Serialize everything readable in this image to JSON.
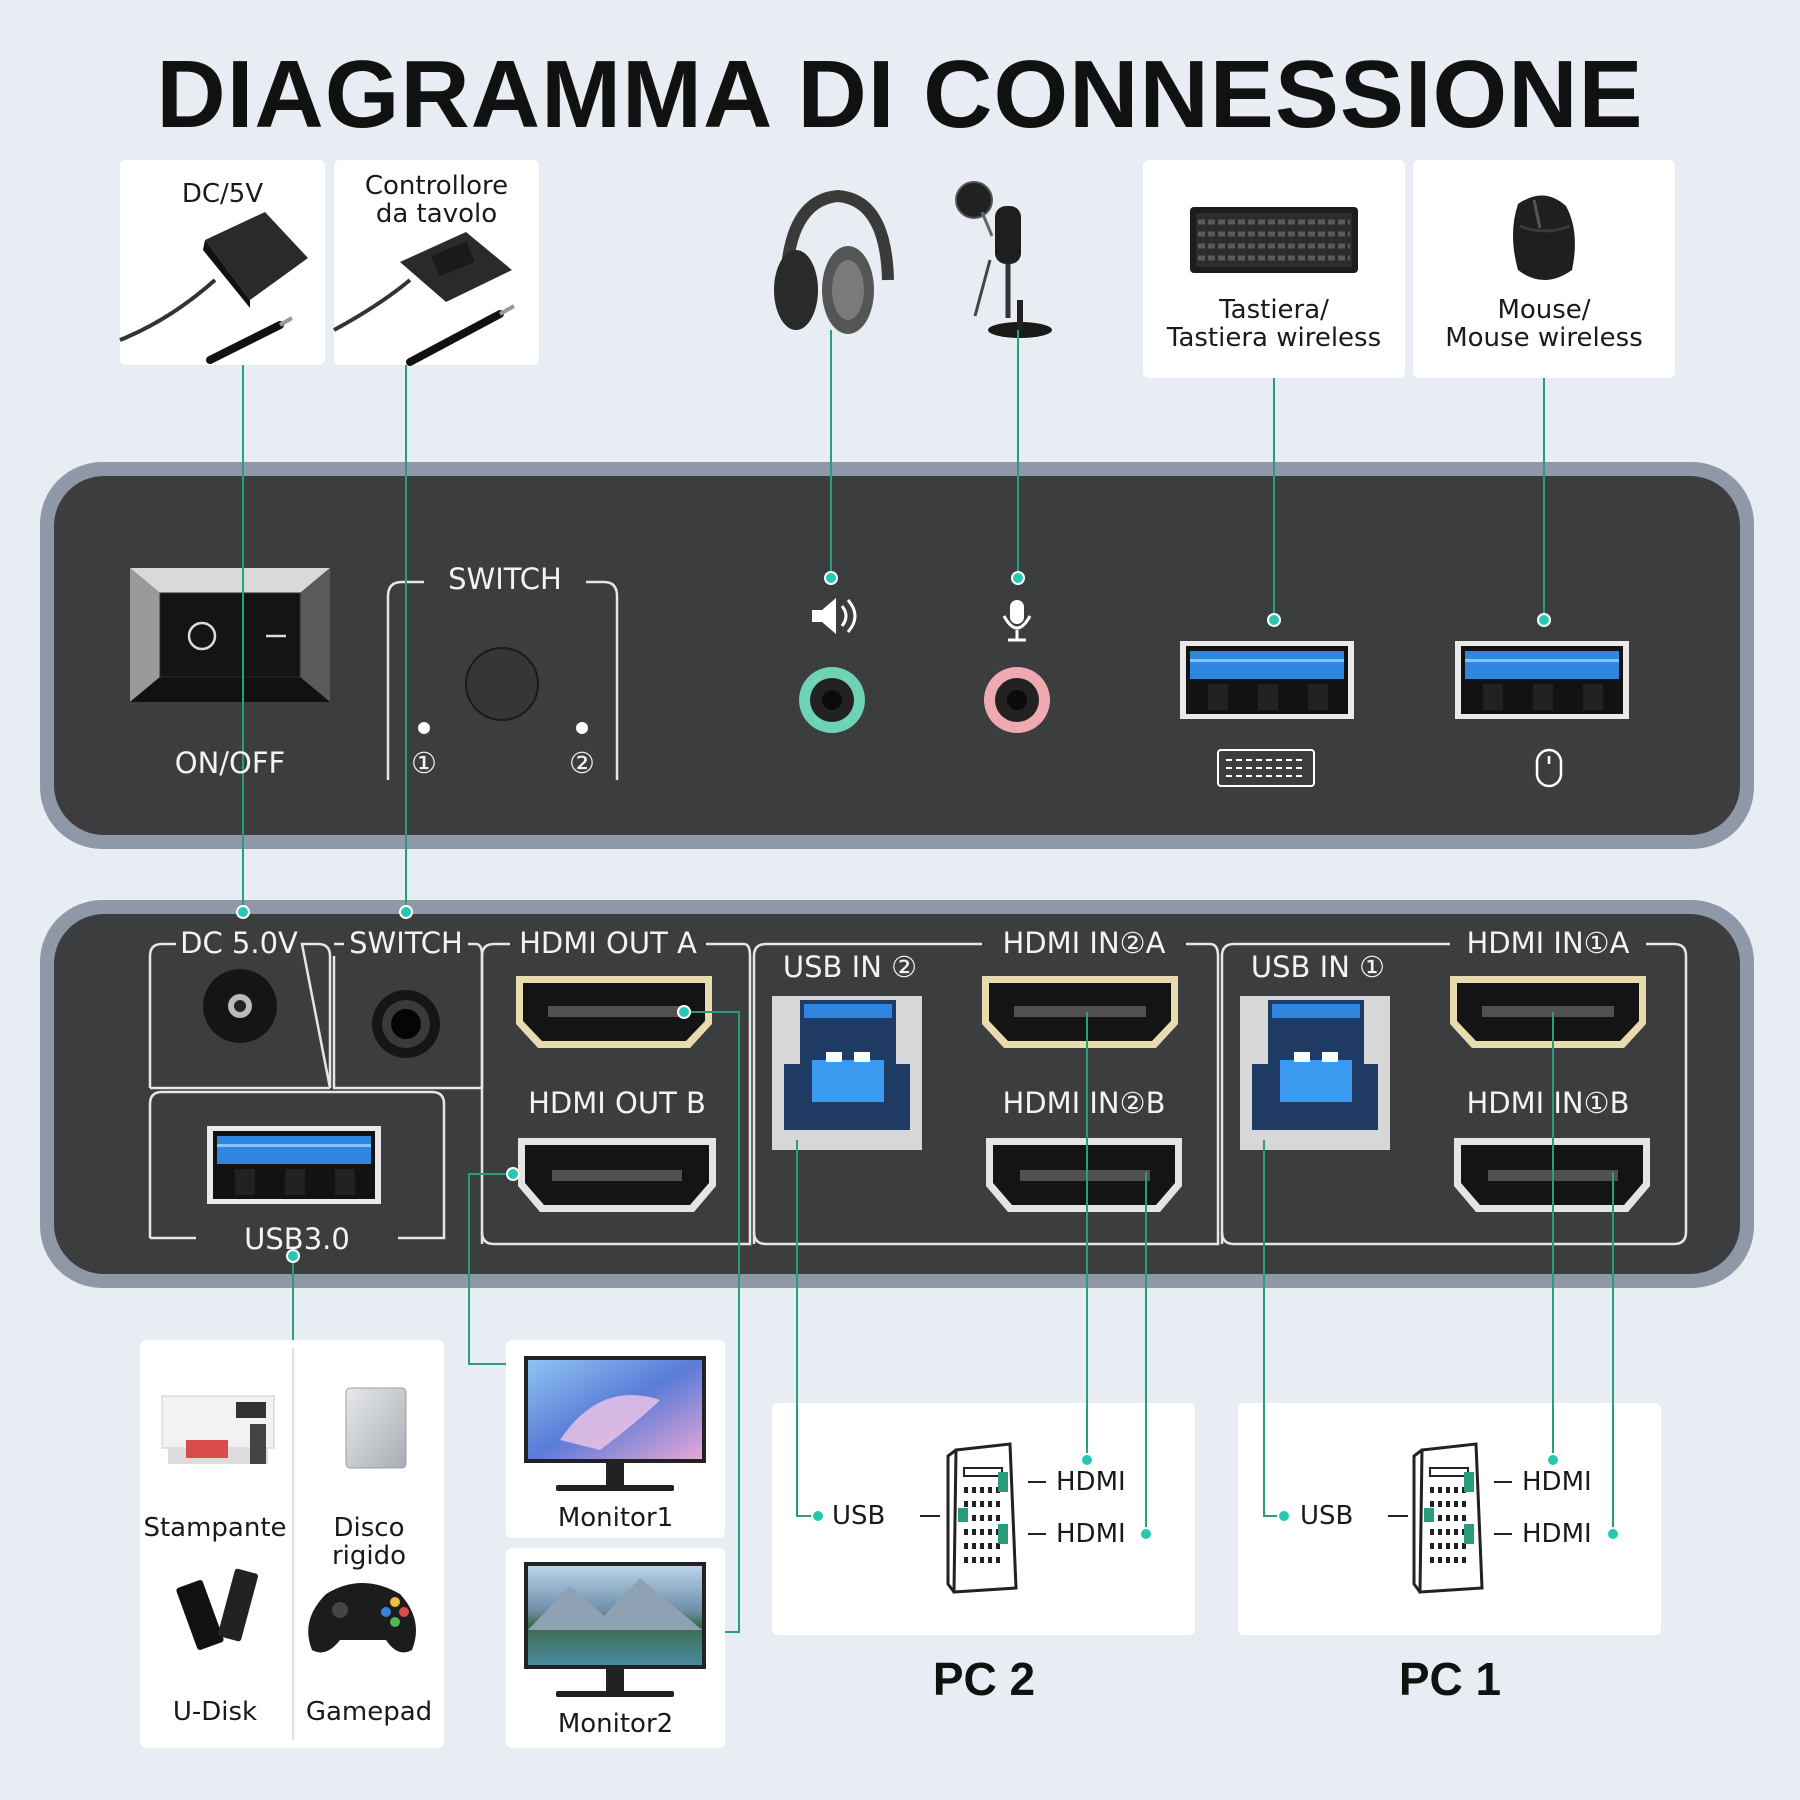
{
  "title": "DIAGRAMMA DI CONNESSIONE",
  "top_devices": {
    "dc_adapter": "DC/5V",
    "desk_controller": "Controllore\nda tavolo",
    "keyboard": "Tastiera/\nTastiera wireless",
    "mouse": "Mouse/\nMouse wireless"
  },
  "front_panel": {
    "power_label": "ON/OFF",
    "switch_label": "SWITCH",
    "switch_pos_1": "①",
    "switch_pos_2": "②"
  },
  "rear_panel": {
    "dc": "DC 5.0V",
    "switch": "SWITCH",
    "hdmi_out_a": "HDMI OUT A",
    "hdmi_out_b": "HDMI OUT B",
    "usb_in_2": "USB IN ②",
    "hdmi_in_2a": "HDMI IN②A",
    "hdmi_in_2b": "HDMI IN②B",
    "usb_in_1": "USB IN ①",
    "hdmi_in_1a": "HDMI IN①A",
    "hdmi_in_1b": "HDMI IN①B",
    "usb30": "USB3.0"
  },
  "usb_devices": {
    "printer": "Stampante",
    "hard_disk": "Disco rigido",
    "u_disk": "U-Disk",
    "gamepad": "Gamepad"
  },
  "monitors": {
    "monitor1": "Monitor1",
    "monitor2": "Monitor2"
  },
  "pcs": {
    "pc2": {
      "title": "PC 2",
      "usb": "USB",
      "hdmi_a": "HDMI",
      "hdmi_b": "HDMI"
    },
    "pc1": {
      "title": "PC 1",
      "usb": "USB",
      "hdmi_a": "HDMI",
      "hdmi_b": "HDMI"
    }
  },
  "colors": {
    "background": "#e8edf4",
    "panel": "#3c3d3f",
    "panel_rim": "#8f98a6",
    "connector_line": "#2a9e7c",
    "usb_blue": "#2f86e0",
    "hdmi_gold": "#e8dcae",
    "audio_green": "#6fd3b6",
    "mic_pink": "#f1a9b1"
  }
}
